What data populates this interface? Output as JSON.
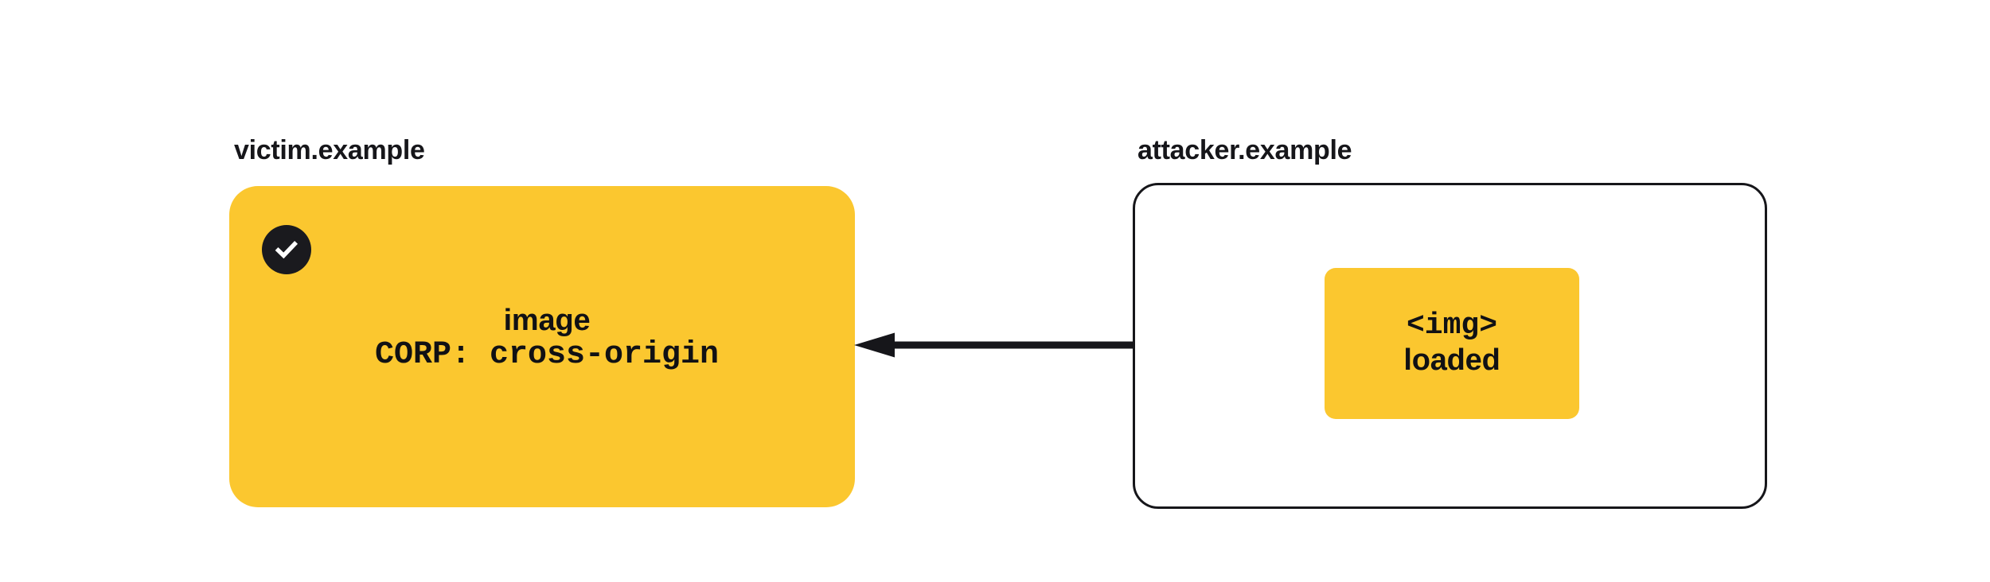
{
  "diagram": {
    "title_implied": "CORP cross-origin blocks nothing for image load",
    "background_color": "#ffffff",
    "accent_color": "#fbc72f",
    "ink_color": "#16161a"
  },
  "victim": {
    "label": "victim.example",
    "badge_icon": "check-circle-icon",
    "badge_bg": "#1a1a1e",
    "badge_mark_color": "#ffffff",
    "resource": {
      "name": "image",
      "header": "CORP: cross-origin"
    }
  },
  "attacker": {
    "label": "attacker.example",
    "element": {
      "tag": "<img>",
      "state": "loaded"
    }
  },
  "arrow": {
    "direction": "right-to-left",
    "color": "#16161a",
    "head_icon": "arrow-left-head-icon"
  }
}
